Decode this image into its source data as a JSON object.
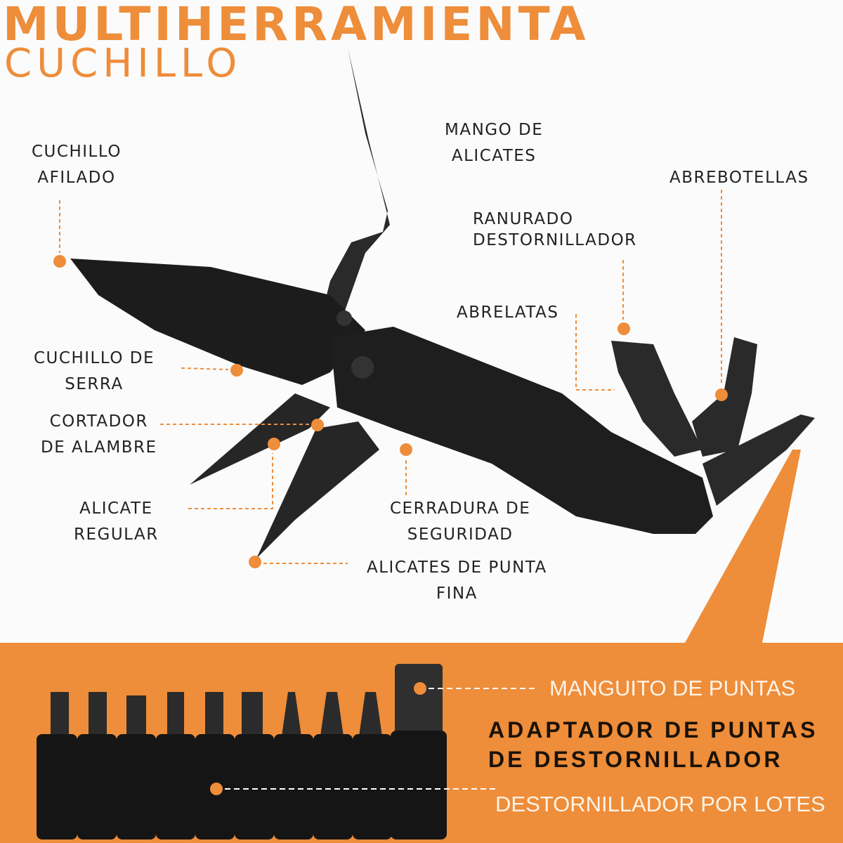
{
  "header": {
    "title": "MULTIHERRAMIENTA",
    "subtitle": "CUCHILLO"
  },
  "labels": {
    "cuchillo_afilado": [
      "CUCHILLO",
      "AFILADO"
    ],
    "mango_alicates": [
      "MANGO DE",
      "ALICATES"
    ],
    "abrebotellas": [
      "ABREBOTELLAS"
    ],
    "ranurado": [
      "RANURADO",
      "DESTORNILLADOR"
    ],
    "abrelatas": [
      "ABRELATAS"
    ],
    "cuchillo_serra": [
      "CUCHILLO DE",
      "SERRA"
    ],
    "cortador": [
      "CORTADOR",
      "DE ALAMBRE"
    ],
    "alicate_regular": [
      "ALICATE",
      "REGULAR"
    ],
    "cerradura": [
      "CERRADURA DE",
      "SEGURIDAD"
    ],
    "punta_fina": [
      "ALICATES DE PUNTA",
      "FINA"
    ]
  },
  "bits_panel": {
    "sleeve_label": "MANGUITO DE PUNTAS",
    "heading": [
      "ADAPTADOR DE PUNTAS",
      "DE DESTORNILLADOR"
    ],
    "batch_label": "DESTORNILLADOR POR LOTES"
  },
  "colors": {
    "accent": "#ee8d3a",
    "tool": "#1e1e1e",
    "background": "#fbfbfb"
  }
}
